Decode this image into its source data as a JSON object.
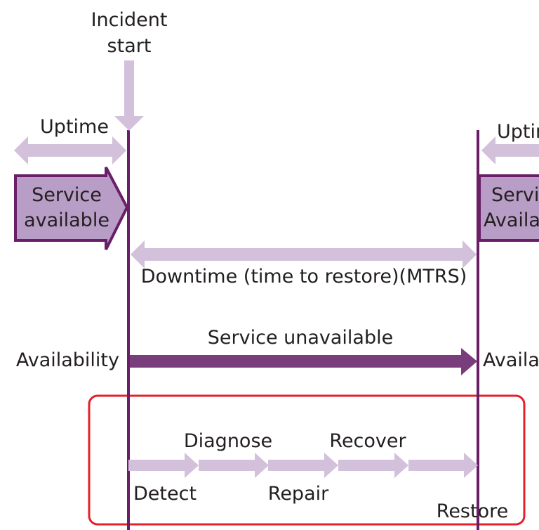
{
  "colors": {
    "timeline": "#6a1e67",
    "light_arrow": "#d3c0da",
    "service_box_fill": "#b89dc6",
    "service_box_border": "#6a1e67",
    "availability_arrow": "#7a3d7b",
    "highlight_box": "#e5202b",
    "text": "#231f20"
  },
  "labels": {
    "incident_start_line1": "Incident",
    "incident_start_line2": "start",
    "uptime_left": "Uptime",
    "uptime_right": "Uptime",
    "service_left_line1": "Service",
    "service_left_line2": "available",
    "service_right_line1": "Service",
    "service_right_line2": "Available",
    "downtime": "Downtime (time to restore)(MTRS)",
    "service_unavailable": "Service unavailable",
    "availability_left": "Availability",
    "availability_right": "Availability"
  },
  "steps": {
    "detect": "Detect",
    "diagnose": "Diagnose",
    "repair": "Repair",
    "recover": "Recover",
    "restore": "Restore"
  },
  "icons": {
    "incident_arrow": "down-arrow-icon",
    "uptime_arrow": "double-headed-arrow-icon",
    "service_arrow": "right-arrow-icon"
  }
}
